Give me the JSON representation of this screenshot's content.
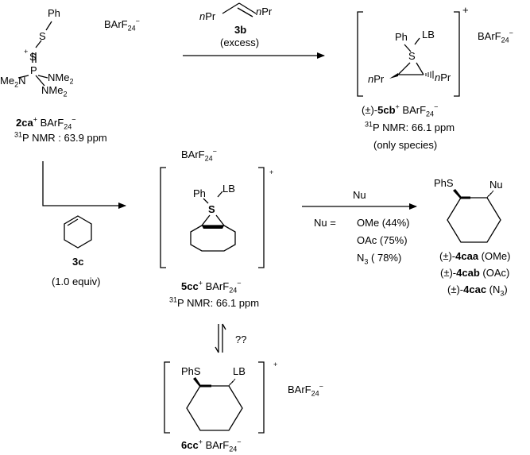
{
  "counterion": "BArF",
  "counterion_sub": "24",
  "counterion_sup": "−",
  "plus": "+",
  "reagent_3b": {
    "compound": "3b",
    "condition": "(excess)",
    "substituent": "nPr",
    "sub_italic": "n",
    "sub_rest": "Pr"
  },
  "compound_2ca": {
    "label_bold": "2ca",
    "label_sup": "+",
    "counterion": "BArF",
    "nmr_sup": "31",
    "nmr_rest": "P NMR : 63.9 ppm",
    "atoms": {
      "ph": "Ph",
      "s": "S",
      "s_plus": "+",
      "p": "P",
      "nme2": "NMe",
      "nme2_sub": "2",
      "me2n": "Me",
      "me2n_sub": "2",
      "n": "N"
    }
  },
  "compound_5cb": {
    "pm": "(±)-",
    "label_bold": "5cb",
    "label_sup": "+",
    "counterion": "BArF",
    "nmr_sup": "31",
    "nmr_rest": "P NMR: 66.1 ppm",
    "note": "(only species)",
    "atoms": {
      "ph": "Ph",
      "lb": "LB",
      "s": "S"
    }
  },
  "compound_3c": {
    "label_bold": "3c",
    "equiv": "(1.0 equiv)"
  },
  "compound_5cc": {
    "label_bold": "5cc",
    "label_sup": "+",
    "counterion": "BArF",
    "nmr_sup": "31",
    "nmr_rest": "P NMR: 66.1 ppm",
    "atoms": {
      "ph": "Ph",
      "lb": "LB",
      "s": "S"
    }
  },
  "nucleophile": {
    "arrow_label": "Nu",
    "nu_eq": "Nu =",
    "options": [
      "OMe (44%)",
      "OAc (75%)",
      "N"
    ],
    "n3_sub": "3",
    "n3_rest": " ( 78%)"
  },
  "products_4": {
    "atoms": {
      "phs": "PhS",
      "nu": "Nu"
    },
    "pm": "(±)-",
    "items": [
      {
        "label": "4caa",
        "suffix": " (OMe)"
      },
      {
        "label": "4cab",
        "suffix": " (OAc)"
      },
      {
        "label": "4cac",
        "suffix_open": " (N",
        "suffix_sub": "3",
        "suffix_close": ")"
      }
    ]
  },
  "equilibrium_label": "??",
  "compound_6cc": {
    "label_bold": "6cc",
    "label_sup": "+",
    "counterion": "BArF",
    "atoms": {
      "phs": "PhS",
      "lb": "LB"
    }
  }
}
